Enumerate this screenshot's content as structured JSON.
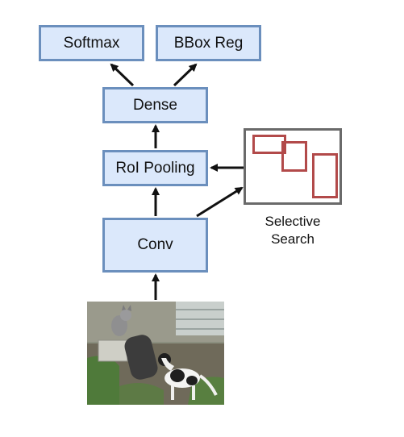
{
  "nodes": {
    "softmax": "Softmax",
    "bbox_reg": "BBox Reg",
    "dense": "Dense",
    "roi_pooling": "RoI Pooling",
    "conv": "Conv"
  },
  "selective_search": {
    "line1": "Selective",
    "line2": "Search"
  },
  "colors": {
    "node_fill": "#dbe8fb",
    "node_border": "#6b8fbd",
    "proposal_box": "#b24a4a",
    "search_frame": "#6a6a6a",
    "arrow": "#111111"
  },
  "input_image": {
    "content": "cat-and-dog-photo"
  }
}
